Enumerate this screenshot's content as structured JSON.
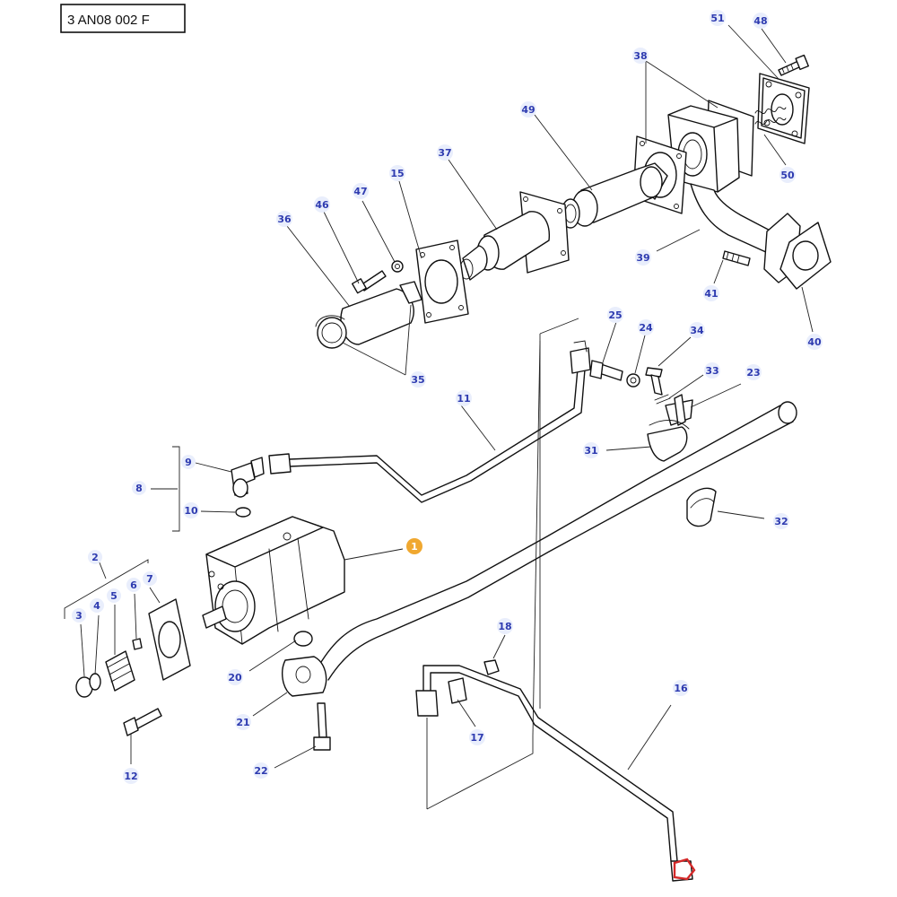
{
  "reference_code": "3 AN08 002 F",
  "callouts": [
    {
      "id": "1",
      "highlighted": true
    },
    {
      "id": "2"
    },
    {
      "id": "3"
    },
    {
      "id": "4"
    },
    {
      "id": "5"
    },
    {
      "id": "6"
    },
    {
      "id": "7"
    },
    {
      "id": "8"
    },
    {
      "id": "9"
    },
    {
      "id": "10"
    },
    {
      "id": "11"
    },
    {
      "id": "12"
    },
    {
      "id": "15"
    },
    {
      "id": "16"
    },
    {
      "id": "17"
    },
    {
      "id": "18"
    },
    {
      "id": "20"
    },
    {
      "id": "21"
    },
    {
      "id": "22"
    },
    {
      "id": "23"
    },
    {
      "id": "24"
    },
    {
      "id": "25"
    },
    {
      "id": "31"
    },
    {
      "id": "32"
    },
    {
      "id": "33"
    },
    {
      "id": "34"
    },
    {
      "id": "35"
    },
    {
      "id": "36"
    },
    {
      "id": "37"
    },
    {
      "id": "38"
    },
    {
      "id": "39"
    },
    {
      "id": "40"
    },
    {
      "id": "41"
    },
    {
      "id": "46"
    },
    {
      "id": "47"
    },
    {
      "id": "48"
    },
    {
      "id": "49"
    },
    {
      "id": "50"
    },
    {
      "id": "51"
    }
  ],
  "colors": {
    "callout_text": "#2e3bb0",
    "callout_halo": "#e9eefc",
    "highlight": "#f0a830",
    "highlight_text": "#ffffff",
    "marker_red": "#d42a2a",
    "line": "#111111"
  }
}
